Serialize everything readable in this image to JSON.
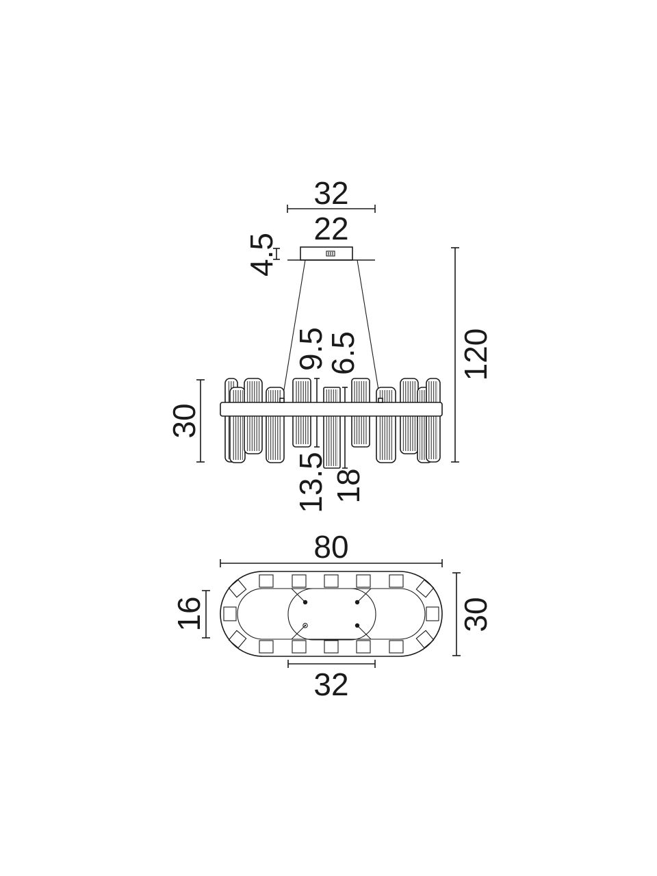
{
  "side_view": {
    "canopy_width": "32",
    "canopy_base_width": "22",
    "canopy_height": "4.5",
    "total_height": "120",
    "body_height": "30",
    "upper_short": "9.5",
    "upper_long": "6.5",
    "lower_short": "13.5",
    "lower_long": "18"
  },
  "top_view": {
    "length": "80",
    "width": "30",
    "inner_width": "16",
    "inner_length": "32"
  }
}
